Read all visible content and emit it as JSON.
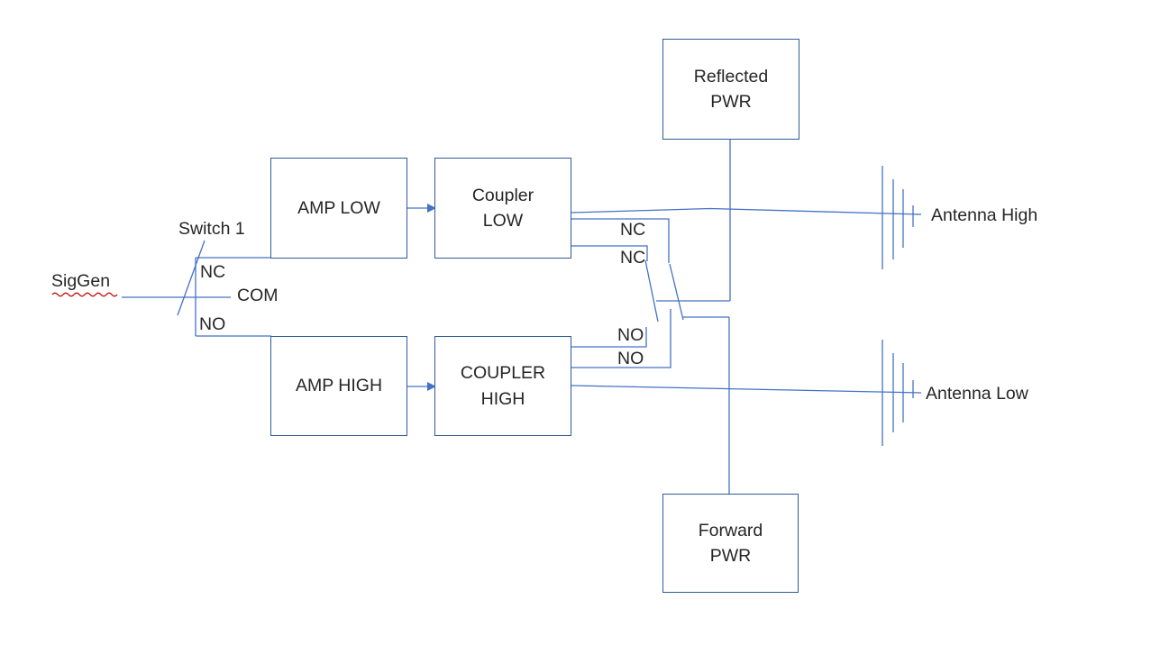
{
  "diagram": {
    "colors": {
      "box_border": "#2F5B94",
      "line": "#4472C4",
      "text": "#262626",
      "spellcheck": "#C00000",
      "canvas_bg": "#FFFFFF"
    },
    "nodes": {
      "siggen": "SigGen",
      "switch1": {
        "title": "Switch 1",
        "nc": "NC",
        "com": "COM",
        "no": "NO"
      },
      "amp_low": "AMP LOW",
      "coupler_low": "Coupler\nLOW",
      "amp_high": "AMP HIGH",
      "coupler_high": "COUPLER\nHIGH",
      "reflected_pwr": "Reflected\nPWR",
      "forward_pwr": "Forward\nPWR",
      "switch2": {
        "nc_upper": "NC",
        "nc_lower": "NC",
        "no_upper": "NO",
        "no_lower": "NO"
      },
      "antenna_high": "Antenna High",
      "antenna_low": "Antenna Low"
    }
  }
}
